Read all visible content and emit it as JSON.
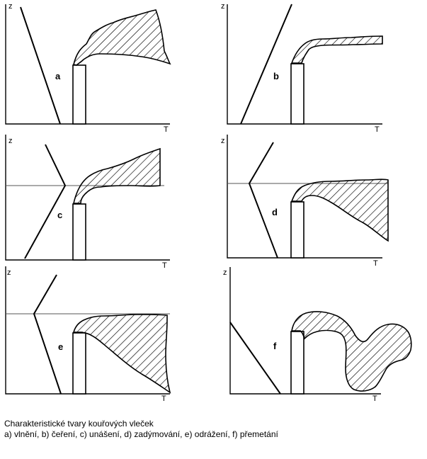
{
  "caption": {
    "title": "Charakteristické tvary kouřových vleček",
    "legend": "a) vlnění, b) čeření, c) unášení, d) zadýmování, e) odrážení, f) přemetání"
  },
  "panels": [
    {
      "id": "a",
      "label": "a",
      "y_axis": "z",
      "x_axis": "T"
    },
    {
      "id": "b",
      "label": "b",
      "y_axis": "z",
      "x_axis": "T"
    },
    {
      "id": "c",
      "label": "c",
      "y_axis": "z",
      "x_axis": "T"
    },
    {
      "id": "d",
      "label": "d",
      "y_axis": "z",
      "x_axis": "T"
    },
    {
      "id": "e",
      "label": "e",
      "y_axis": "z",
      "x_axis": "T"
    },
    {
      "id": "f",
      "label": "f",
      "y_axis": "z",
      "x_axis": "T"
    }
  ],
  "colors": {
    "line": "#000000",
    "inversion_line": "#555555",
    "background": "#ffffff"
  }
}
